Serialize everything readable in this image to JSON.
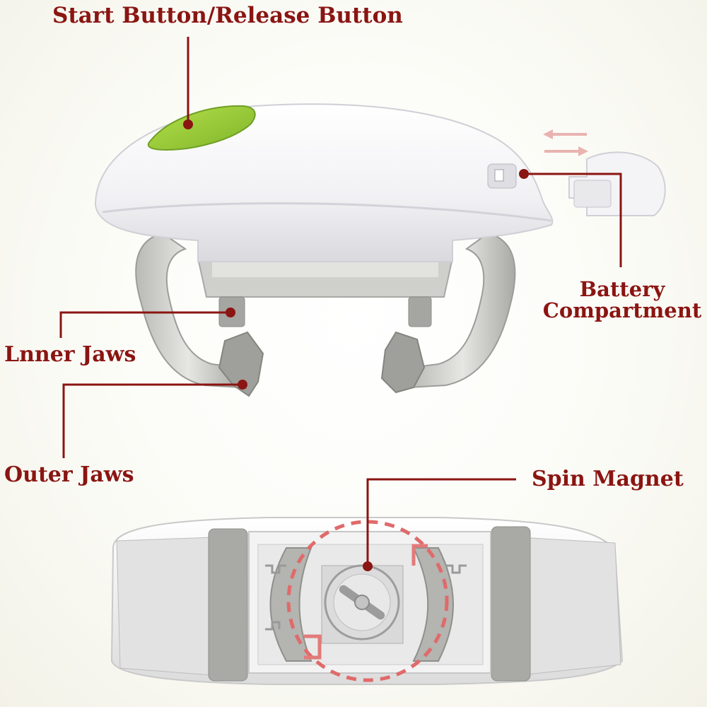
{
  "labels": {
    "start_button": "Start Button/Release Button",
    "battery_line1": "Battery",
    "battery_line2": "Compartment",
    "inner_jaws": "Lnner Jaws",
    "outer_jaws": "Outer Jaws",
    "spin_magnet": "Spin Magnet"
  },
  "colors": {
    "label_text": "#8a1512",
    "leader_line": "#8a1512",
    "start_button": "#8cc63f",
    "body_white": "#f7f7f9",
    "jaw_gray": "#9a9a98",
    "dashed_ring": "#e06a6a"
  }
}
